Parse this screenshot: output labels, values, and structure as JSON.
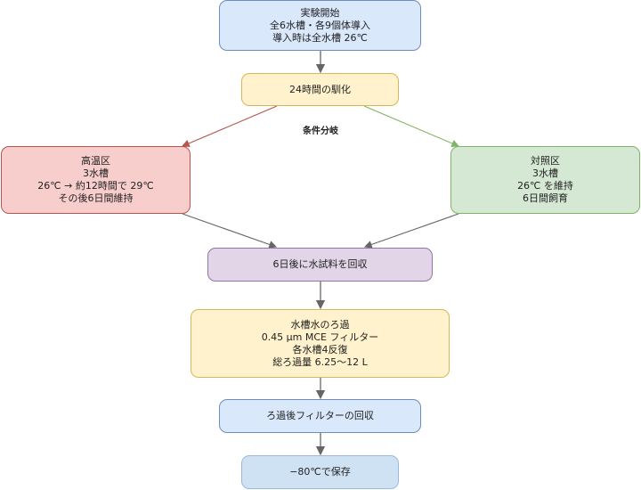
{
  "nodes": {
    "start": [
      "実験開始",
      "全6水槽・各9個体導入",
      "導入時は全水槽 26℃"
    ],
    "acclimation": [
      "24時間の馴化"
    ],
    "branch_label": "条件分岐",
    "high_temp": [
      "高温区",
      "3水槽",
      "26℃ → 約12時間で 29℃",
      "その後6日間維持"
    ],
    "control": [
      "対照区",
      "3水槽",
      "26℃ を維持",
      "6日間飼育"
    ],
    "collect_water": [
      "6日後に水試料を回収"
    ],
    "filtration": [
      "水槽水のろ過",
      "0.45 µm MCE フィルター",
      "各水槽4反復",
      "総ろ過量 6.25〜12 L"
    ],
    "collect_filter": [
      "ろ過後フィルターの回収"
    ],
    "storage": [
      "−80℃で保存"
    ]
  },
  "colors": {
    "edge_default": "#666666",
    "edge_high": "#b85450",
    "edge_control": "#82b366"
  }
}
